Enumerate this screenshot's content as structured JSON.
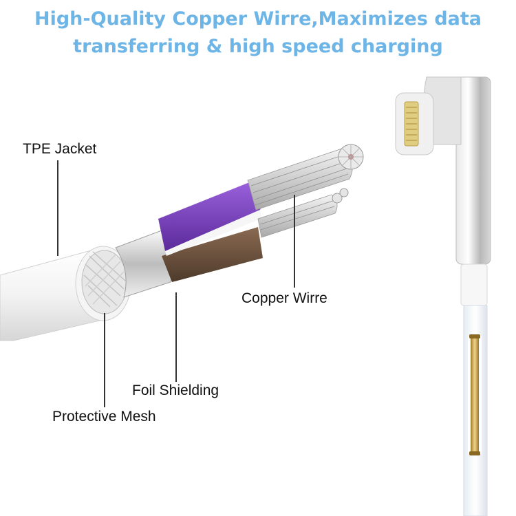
{
  "headline": {
    "line1": "High-Quality Copper Wirre,Maximizes data",
    "line2": "transferring & high speed charging",
    "color": "#6db5e6"
  },
  "labels": {
    "tpe_jacket": "TPE Jacket",
    "copper_wire": "Copper Wirre",
    "foil_shielding": "Foil Shielding",
    "protective_mesh": "Protective Mesh"
  },
  "colors": {
    "jacket": "#f2f2f2",
    "purple_wire": "#7b3fc0",
    "brown_wire": "#6e5540",
    "copper": "#c8a24a",
    "metal": "#c9c9c9"
  }
}
